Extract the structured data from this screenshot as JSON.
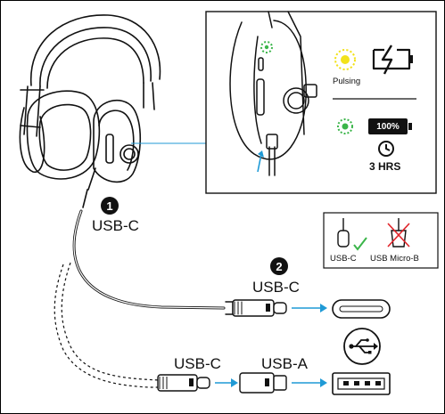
{
  "inset": {
    "pulsing_label": "Pulsing",
    "battery_full_label": "100%",
    "duration_label": "3 HRS",
    "led_amber_color": "#f2e21a",
    "led_green_color": "#3bb54a"
  },
  "steps": {
    "step1_number": "1",
    "step1_label": "USB-C",
    "step2_number": "2",
    "step2_label": "USB-C"
  },
  "compatibility": {
    "ok_label": "USB-C",
    "not_ok_label": "USB Micro-B",
    "check_color": "#3bb54a",
    "cross_color": "#e0242a"
  },
  "bottom_cable": {
    "plug_label": "USB-C",
    "adapter_label": "USB-A"
  },
  "icons": {
    "usb_symbol": "usb-icon",
    "arrow_color": "#1f9ad6"
  }
}
